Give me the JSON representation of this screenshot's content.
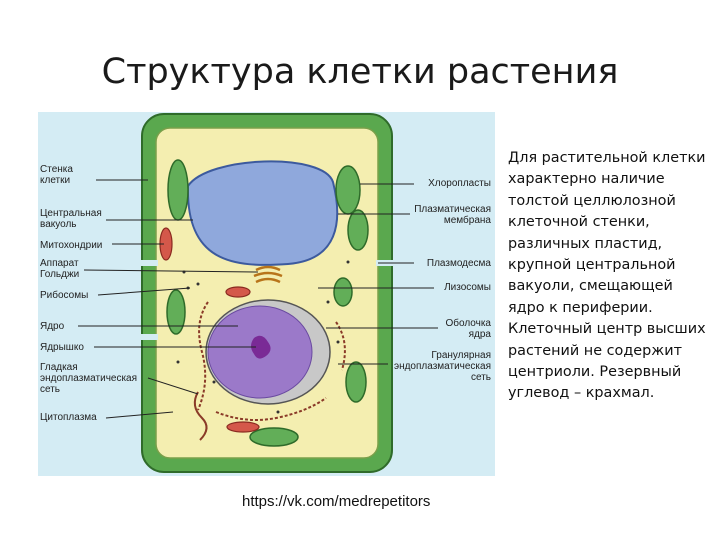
{
  "title": "Структура клетки растения",
  "labels_left": [
    "Стенка\nклетки",
    "Центральная\nвакуоль",
    "Митохондрии",
    "Аппарат\nГольджи",
    "Рибосомы",
    "Ядро",
    "Ядрышко",
    "Гладкая\nэндоплазматическая\nсеть",
    "Цитоплазма"
  ],
  "labels_right": [
    "Хлоропласты",
    "Плазматическая\nмембрана",
    "Плазмодесма",
    "Лизосомы",
    "Оболочка\nядра",
    "Гранулярная\nэндоплазматическая\nсеть"
  ],
  "description_lines": [
    "Для растительной клетки",
    "характерно наличие",
    "толстой целлюлозной",
    "клеточной стенки,",
    "различных пластид,",
    "крупной центральной",
    "вакуоли, смещающей",
    "ядро к периферии.",
    "Клеточный центр высших",
    "растений не содержит",
    "центриоли.  Резервный",
    "углевод – крахмал."
  ],
  "source_url": "https://vk.com/medrepetitors",
  "colors": {
    "cell_wall": "#5aa84e",
    "cytoplasm": "#f4eeb0",
    "vacuole": "#8fa8dc",
    "nucleus": "#9b79c9",
    "nucleolus": "#7a2a96",
    "chloroplast": "#62ae58",
    "mitochondria": "#d4584a",
    "background": "#d4ecf4"
  }
}
